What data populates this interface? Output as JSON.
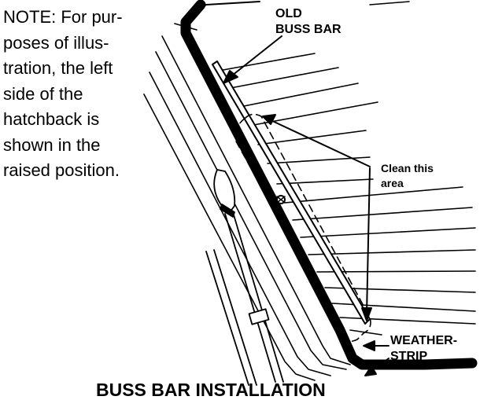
{
  "note_lines": [
    "NOTE: For pur-",
    "poses of illus-",
    "tration, the left",
    "side of the",
    "hatchback is",
    "shown in the",
    "raised position."
  ],
  "labels": {
    "old_buss_bar": [
      "OLD",
      "BUSS BAR"
    ],
    "clean_area": [
      "Clean this",
      "area"
    ],
    "weatherstrip": [
      "WEATHER-",
      "STRIP"
    ]
  },
  "caption": "BUSS BAR INSTALLATION"
}
